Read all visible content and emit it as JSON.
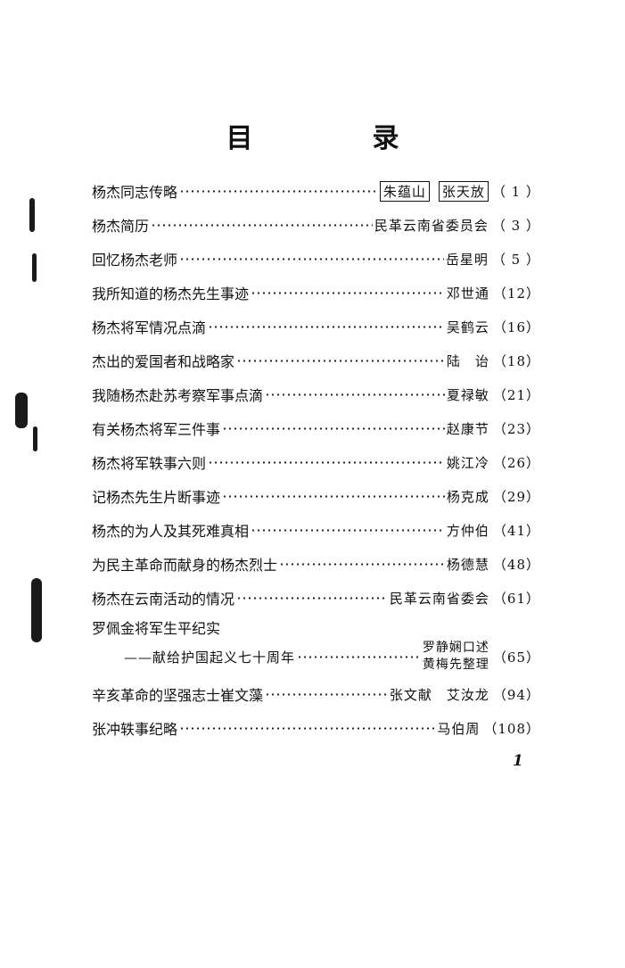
{
  "page": {
    "title": "目　录",
    "folio": "1"
  },
  "toc": {
    "entries": [
      {
        "title": "杨杰同志传略",
        "authors": [
          "朱蕴山",
          "张天放"
        ],
        "page": "（ 1 ）"
      },
      {
        "title": "杨杰简历",
        "author": "民革云南省委员会",
        "page": "（ 3 ）"
      },
      {
        "title": "回忆杨杰老师",
        "author": "岳星明",
        "page": "（ 5 ）"
      },
      {
        "title": "我所知道的杨杰先生事迹",
        "author": "邓世通",
        "page": "（12）"
      },
      {
        "title": "杨杰将军情况点滴",
        "author": "吴鹤云",
        "page": "（16）"
      },
      {
        "title": "杰出的爱国者和战略家",
        "author": "陆　诒",
        "page": "（18）"
      },
      {
        "title": "我随杨杰赴苏考察军事点滴",
        "author": "夏禄敏",
        "page": "（21）"
      },
      {
        "title": "有关杨杰将军三件事",
        "author": "赵康节",
        "page": "（23）"
      },
      {
        "title": "杨杰将军轶事六则",
        "author": "姚江冷",
        "page": "（26）"
      },
      {
        "title": "记杨杰先生片断事迹",
        "author": "杨克成",
        "page": "（29）"
      },
      {
        "title": "杨杰的为人及其死难真相",
        "author": "方仲伯",
        "page": "（41）"
      },
      {
        "title": "为民主革命而献身的杨杰烈士",
        "author": "杨德慧",
        "page": "（48）"
      },
      {
        "title": "杨杰在云南活动的情况",
        "author": "民革云南省委会",
        "page": "（61）"
      },
      {
        "title": "罗佩金将军生平纪实",
        "subtitle": "——献给护国起义七十周年",
        "author_line1": "罗静娴口述",
        "author_line2": "黄梅先整理",
        "page": "（65）"
      },
      {
        "title": "辛亥革命的坚强志士崔文藻",
        "author": "张文献　艾汝龙",
        "page": "（94）"
      },
      {
        "title": "张冲轶事纪略",
        "author": "马伯周",
        "page": "（108）"
      }
    ]
  }
}
